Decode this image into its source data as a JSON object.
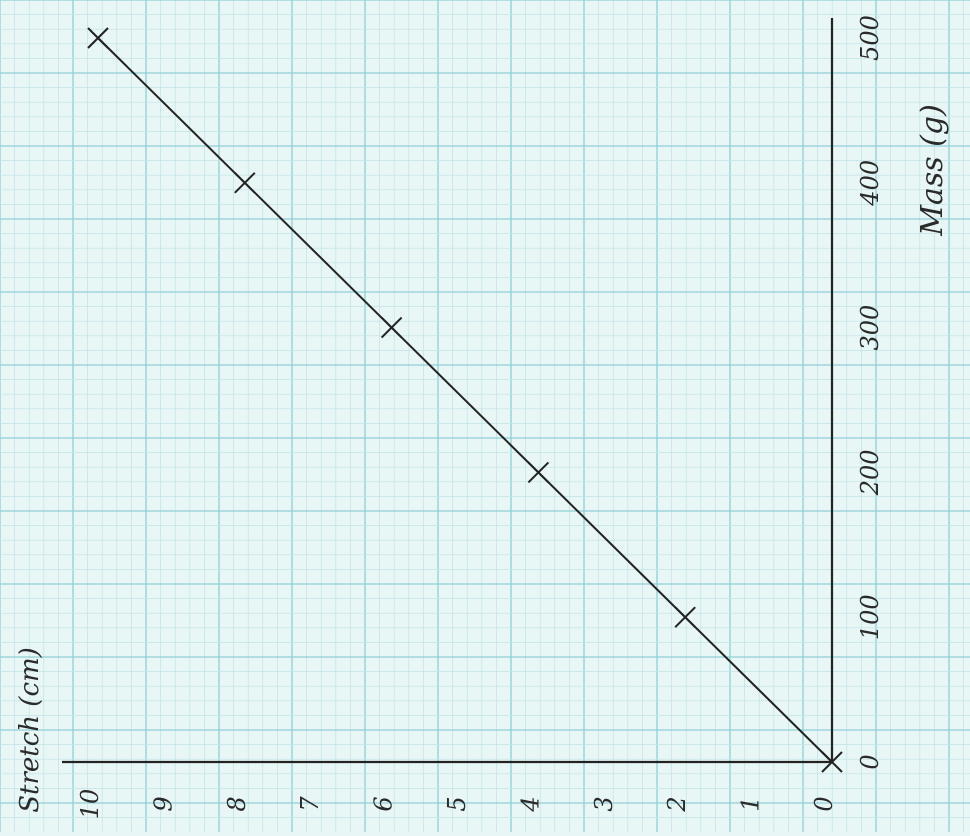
{
  "chart_data": {
    "type": "line",
    "orientation": "rotated-90-ccw",
    "title": "",
    "xlabel": "Mass (g)",
    "ylabel": "Stretch (cm)",
    "x_ticks": [
      "0",
      "100",
      "200",
      "300",
      "400",
      "500"
    ],
    "y_ticks": [
      "0",
      "1",
      "2",
      "3",
      "4",
      "5",
      "6",
      "7",
      "8",
      "9",
      "10"
    ],
    "xlim": [
      0,
      500
    ],
    "ylim": [
      0,
      10
    ],
    "grid": true,
    "points": [
      {
        "x": 0,
        "y": 0
      },
      {
        "x": 100,
        "y": 2
      },
      {
        "x": 200,
        "y": 4
      },
      {
        "x": 300,
        "y": 6
      },
      {
        "x": 400,
        "y": 8
      },
      {
        "x": 500,
        "y": 10
      }
    ],
    "line_fit": {
      "from": {
        "x": 0,
        "y": 0
      },
      "to": {
        "x": 500,
        "y": 10
      }
    },
    "colors": {
      "paper": "#e9f6f6",
      "grid_minor": "#bfe3e6",
      "grid_major": "#8fcfd6",
      "ink": "#222222"
    }
  }
}
